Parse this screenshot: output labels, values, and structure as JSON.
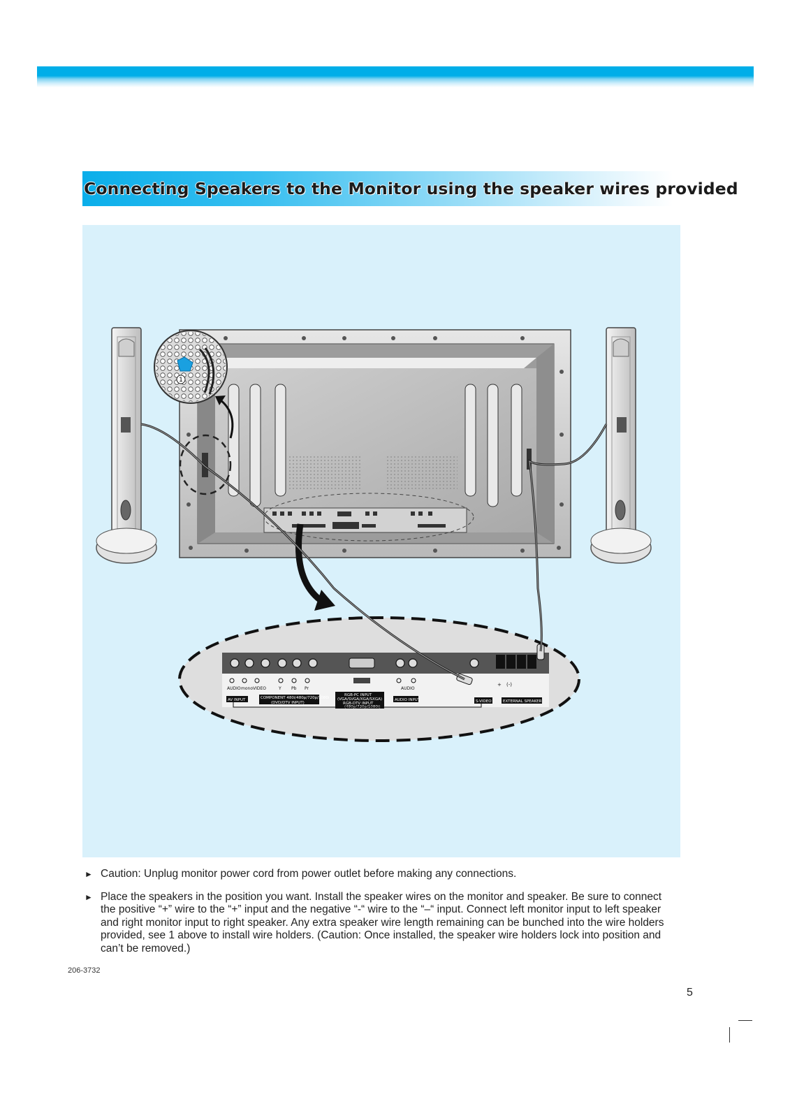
{
  "title": "Connecting Speakers to the Monitor using the speaker wires provided",
  "diagram": {
    "callout_number": "1",
    "labels": {
      "audio": "AUDIO",
      "mono": "mono",
      "video": "VIDEO",
      "y": "Y",
      "pb": "Pb",
      "pr": "Pr",
      "av_input": "AV INPUT",
      "component": "COMPONENT 480i/480p/720p/1080i",
      "dvd_dtv": "(DVD/DTV INPUT)",
      "rgb_pc": "RGB-PC INPUT",
      "rgb_modes": "(VGA/SVGA/XGA/SXGA)",
      "rgb_dtv": "RGB-DTV INPUT",
      "rgb_res": "(480p/720p/1080i)",
      "audio_input": "AUDIO INPUT",
      "audio_small": "AUDIO",
      "s_video": "S-VIDEO",
      "external_speaker": "EXTERNAL SPEAKER",
      "plus": "+",
      "minus": "(-)"
    }
  },
  "bullets": [
    "Caution: Unplug monitor power cord from power outlet before making any connections.",
    "Place the speakers in the position you want. Install the speaker wires on the monitor and speaker. Be sure to connect the positive “+” wire to the “+” input and the negative “-“ wire to the “–“ input. Connect left monitor input to left speaker and right monitor input to right speaker. Any extra speaker wire length remaining can be bunched into the wire holders provided, see 1 above to install wire holders. (Caution: Once installed, the speaker wire holders lock into position and can’t be removed.)"
  ],
  "bullet_marker": "►",
  "doc_code": "206-3732",
  "page_number": "5",
  "colors": {
    "accent_blue": "#00aee8",
    "panel_bg": "#d9f1fb",
    "callout_blue": "#1aa0e0"
  }
}
